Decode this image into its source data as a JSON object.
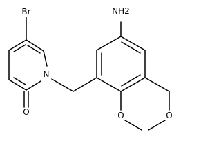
{
  "molecule": {
    "atoms": {
      "br": "Br",
      "n": "N",
      "o_carbonyl": "O",
      "nh2": "NH2",
      "o_ring_left": "O",
      "o_ring_right": "O"
    }
  },
  "colors": {
    "bond": "#000000",
    "label": "#000000",
    "background": "#ffffff"
  }
}
